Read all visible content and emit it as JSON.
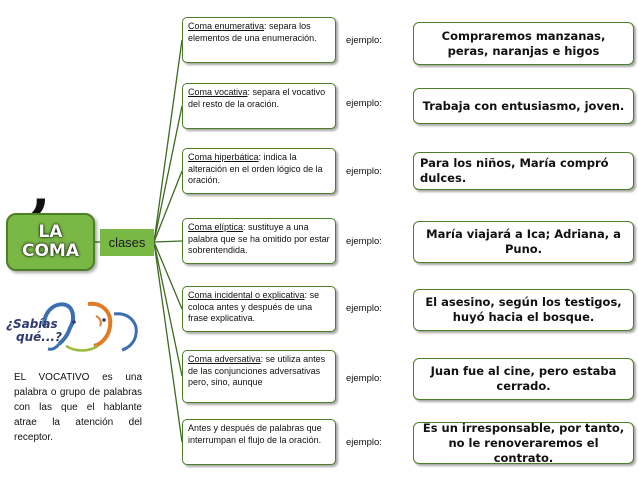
{
  "root": {
    "comma_symbol": ",",
    "line1": "LA",
    "line2": "COMA"
  },
  "connector_label": "clases",
  "example_label": "ejemplo:",
  "items": [
    {
      "term": "Coma enumerativa",
      "rest": ": separa los elementos de una enumeración.",
      "example": "Compraremos manzanas, peras, naranjas e higos"
    },
    {
      "term": "Coma vocativa",
      "rest": ": separa el vocativo del resto de la oración.",
      "example": "Trabaja con entusiasmo, joven."
    },
    {
      "term": "Coma hiperbática",
      "rest": ": indica la alteración en el orden lógico de la oración.",
      "example": "Para los niños, María compró dulces."
    },
    {
      "term": "Coma elíptica",
      "rest": ": sustituye a una palabra que se ha omitido por estar sobrentendida.",
      "example": "María viajará a Ica; Adriana, a Puno."
    },
    {
      "term": "Coma incidental o explicativa",
      "rest": ": se coloca antes y después de una frase explicativa.",
      "example": "El asesino, según los testigos, huyó hacia el bosque."
    },
    {
      "term": "Coma adversativa",
      "rest": ": se utiliza antes de las conjunciones adversativas pero, sino, aunque",
      "example": "Juan fue al cine, pero estaba cerrado."
    },
    {
      "term": "",
      "rest": "Antes y después de palabras que interrumpan el flujo de la oración.",
      "example": "Es un irresponsable, por tanto, no le renoveraremos el contrato."
    }
  ],
  "logo": {
    "line1": "¿Sabías",
    "line2": "qué...?"
  },
  "note": "EL VOCATIVO es una palabra o grupo de palabras con las que el hablante atrae la atención del receptor."
}
